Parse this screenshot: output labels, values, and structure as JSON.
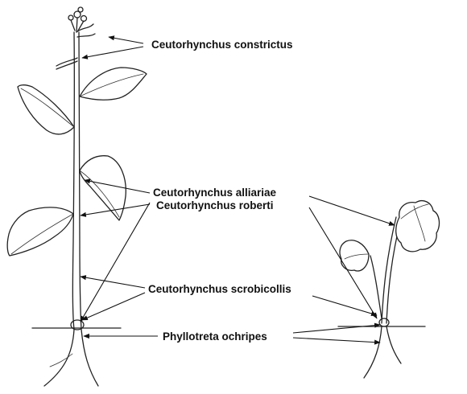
{
  "labels": {
    "constrictus": "Ceutorhynchus constrictus",
    "alliariae": "Ceutorhynchus alliariae",
    "roberti": "Ceutorhynchus roberti",
    "scrobicollis": "Ceutorhynchus scrobicollis",
    "ochripes": "Phyllotreta ochripes"
  },
  "colors": {
    "ink": "#222222",
    "background": "#ffffff"
  }
}
